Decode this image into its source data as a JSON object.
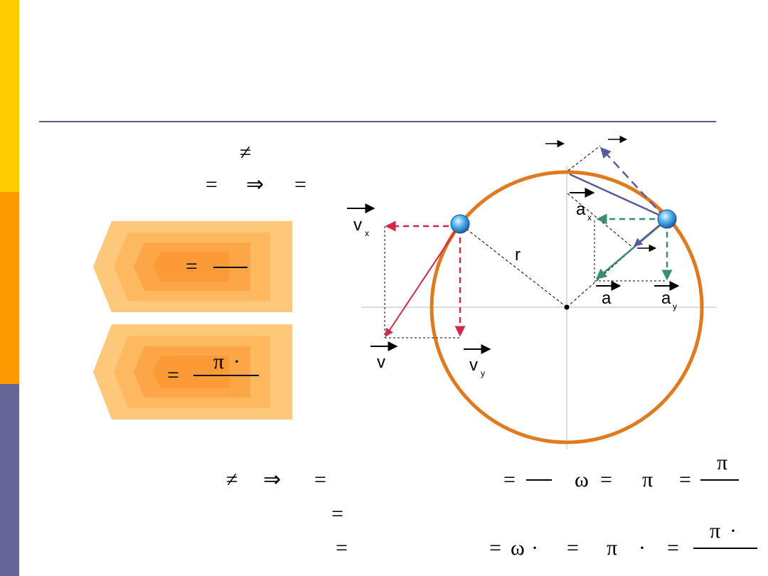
{
  "colors": {
    "bar_yellow": "#ffcc00",
    "bar_orange": "#ff9900",
    "bar_purple": "#666699",
    "rule": "#5b5b8f",
    "circle": "#e07a1f",
    "velocity": "#d0284a",
    "acceleration": "#3c8c74",
    "force": "#5a5a9c",
    "ball": "#2f8fd8"
  },
  "symbols": {
    "neq": "≠",
    "eq": "=",
    "implies": "⇒",
    "pi": "π",
    "dot": "·",
    "omega": "ω"
  },
  "diagram": {
    "labels": {
      "v_x": "v",
      "v_x_sub": "x",
      "v": "v",
      "v_y": "v",
      "v_y_sub": "y",
      "r": "r",
      "a_x": "a",
      "a_x_sub": "x",
      "a": "a",
      "a_y": "a",
      "a_y_sub": "y"
    }
  },
  "icons": [
    "ball-icon"
  ]
}
